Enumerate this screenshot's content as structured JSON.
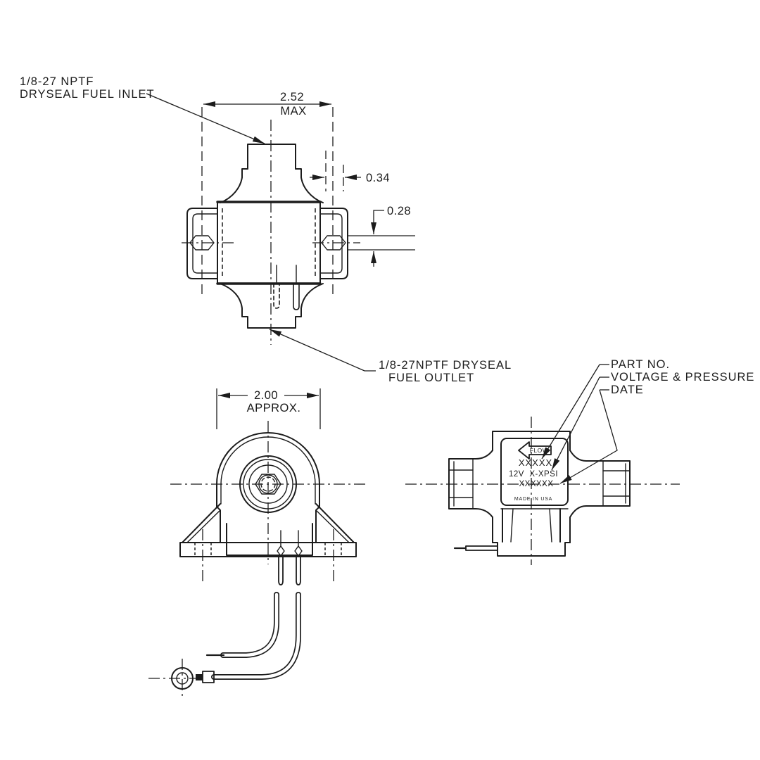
{
  "drawing_type": "fuel pump technical drawing",
  "colors": {
    "line": "#1c1c1c",
    "background": "#ffffff"
  },
  "views": {
    "top": {
      "inlet_callout": {
        "line1": "1/8-27 NPTF",
        "line2": "DRYSEAL FUEL INLET"
      },
      "outlet_callout": {
        "line1": "1/8-27NPTF DRYSEAL",
        "line2": "FUEL OUTLET"
      },
      "dim_overall": {
        "value": "2.52",
        "qualifier": "MAX"
      },
      "dim_offset": {
        "value": "0.34"
      },
      "dim_slot": {
        "value": "0.28"
      }
    },
    "front": {
      "dim_width": {
        "value": "2.00",
        "qualifier": "APPROX."
      }
    },
    "side": {
      "callouts": {
        "part_no": "PART NO.",
        "voltage_pressure": "VOLTAGE & PRESSURE",
        "date": "DATE"
      },
      "nameplate": {
        "flow": "FLOW",
        "part_no": "XXXXX",
        "voltage_pressure": "12V  X-XPSI",
        "date": "XXXXXX",
        "origin": "MADE IN USA"
      }
    }
  }
}
